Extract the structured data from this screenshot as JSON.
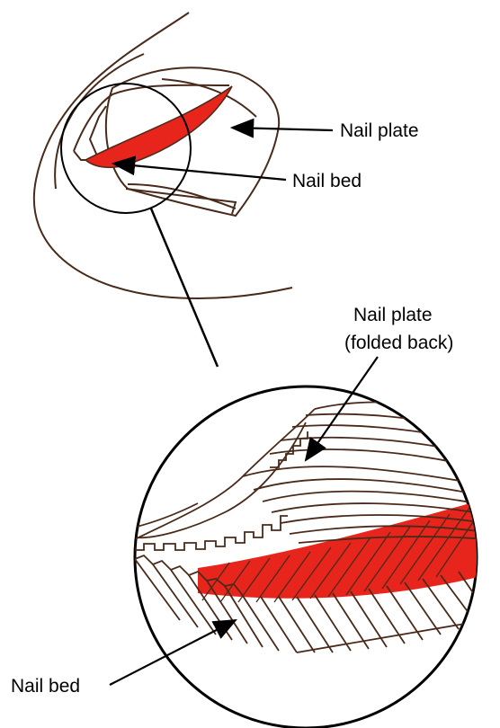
{
  "labels": {
    "nail_plate": "Nail plate",
    "nail_bed_top": "Nail bed",
    "nail_plate_folded_line1": "Nail plate",
    "nail_plate_folded_line2": "(folded back)",
    "nail_bed_bottom": "Nail bed"
  },
  "colors": {
    "outline": "#4a2a1a",
    "nail_bed": "#e8251c",
    "text": "#000000",
    "arrow": "#000000"
  }
}
